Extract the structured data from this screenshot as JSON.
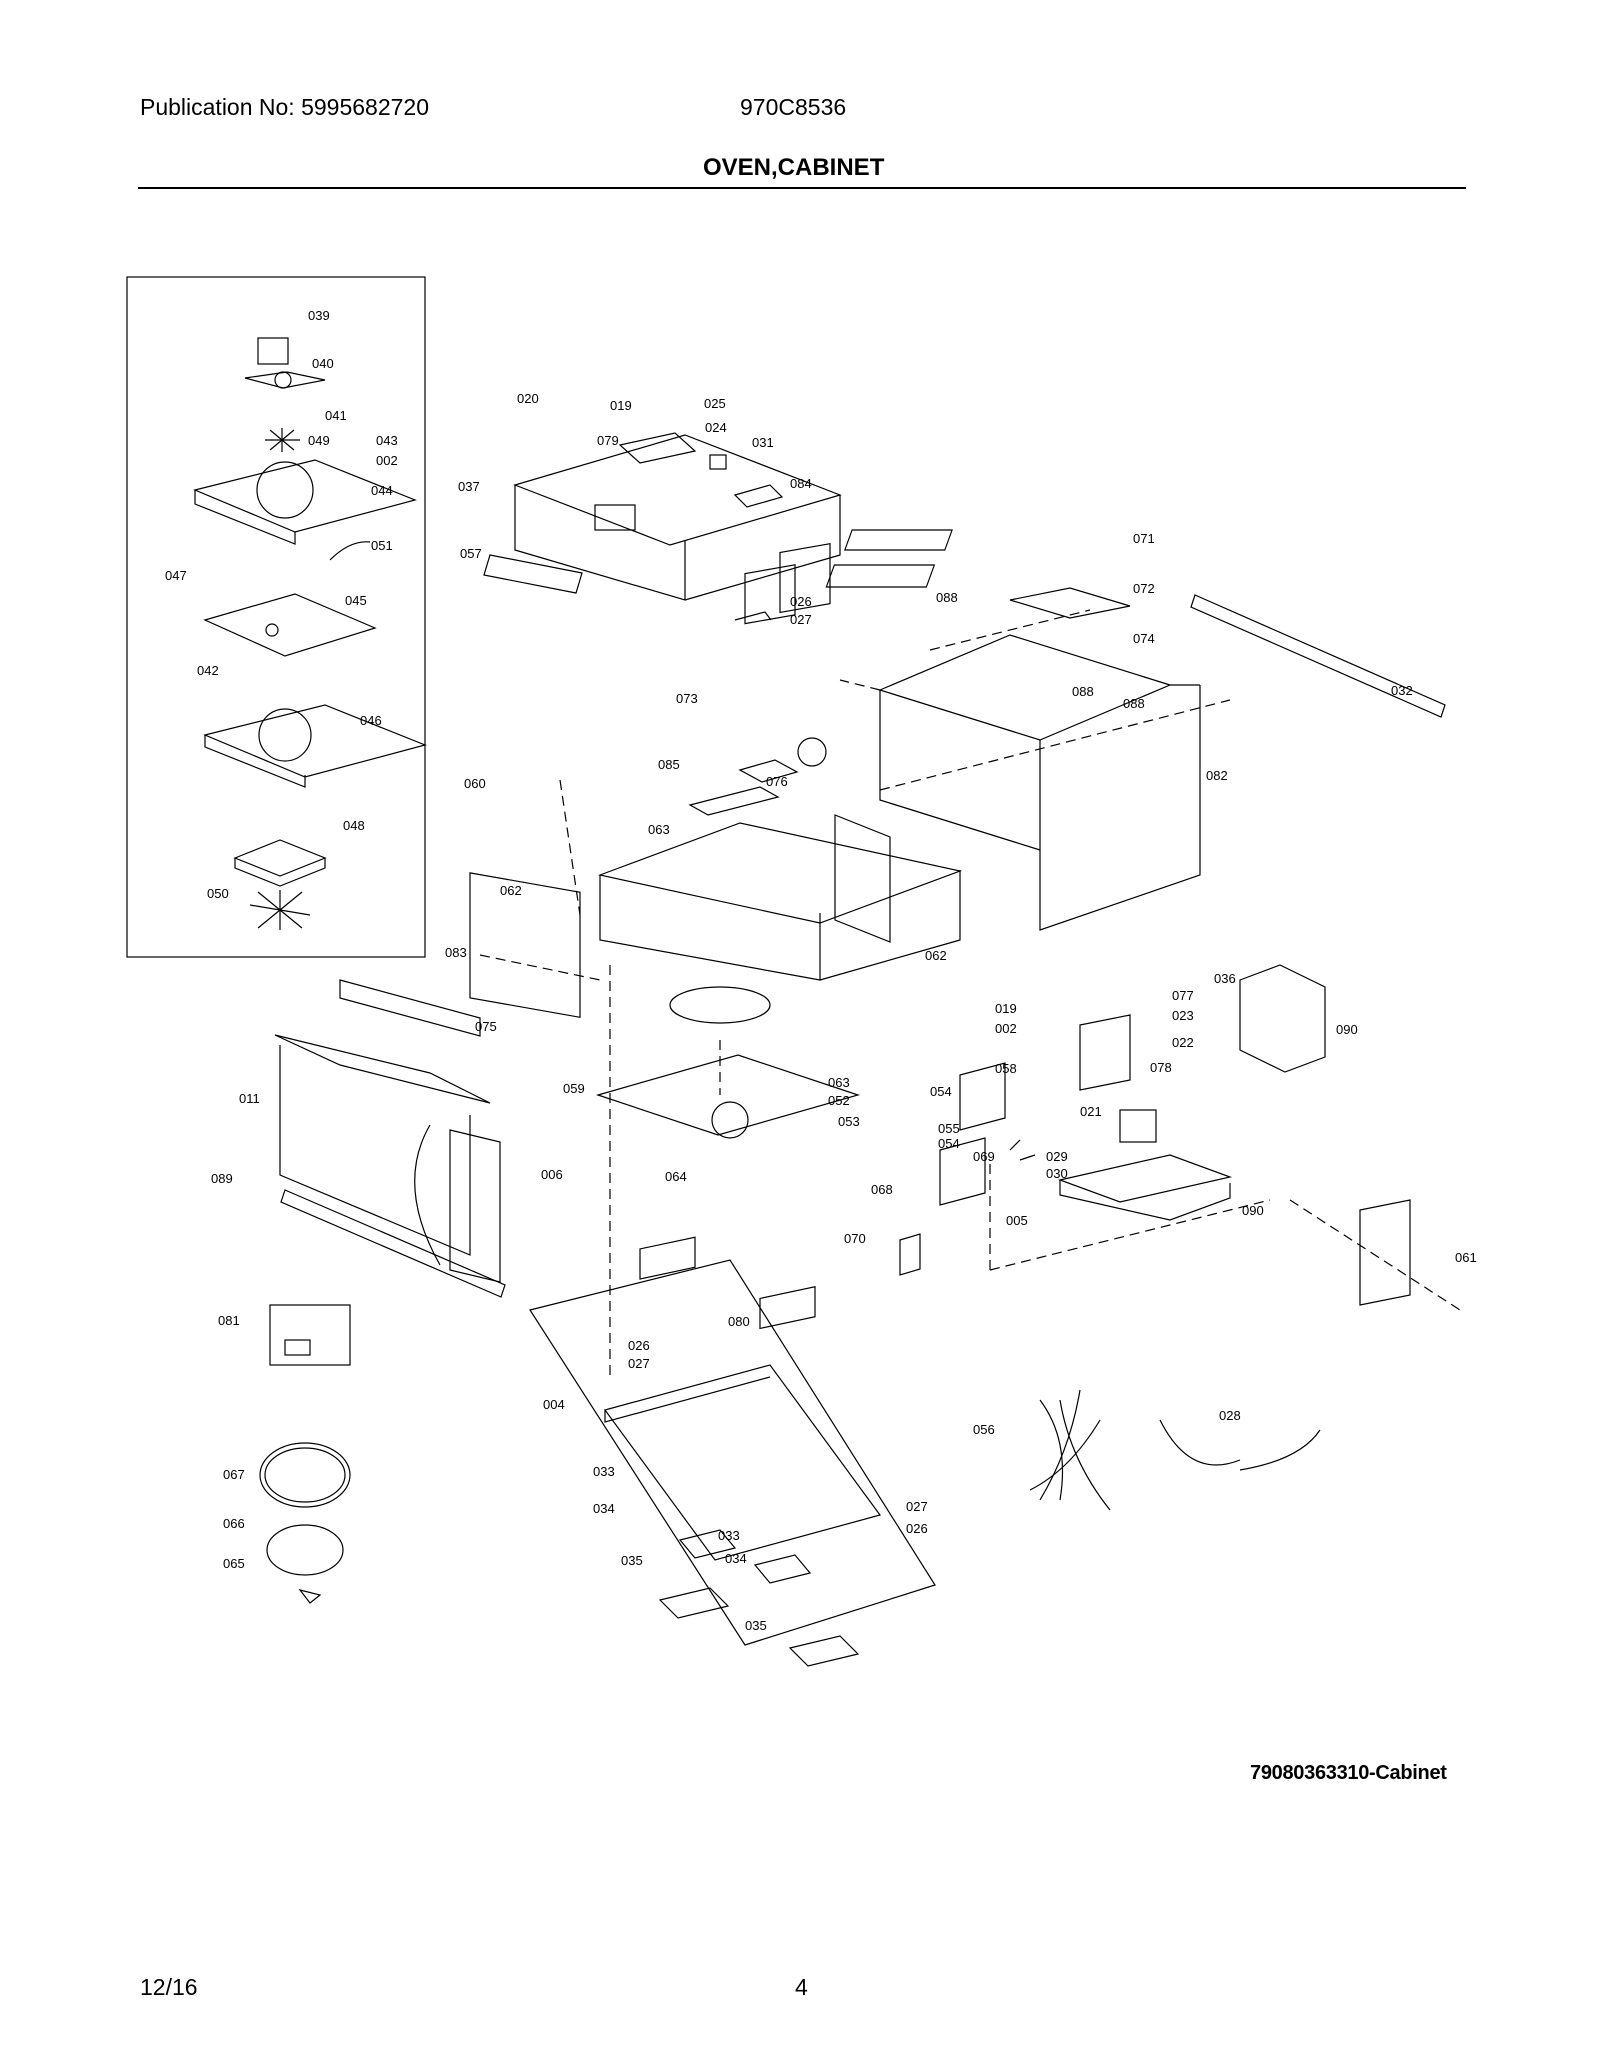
{
  "header": {
    "publication": "Publication No: 5995682720",
    "model": "970C8536",
    "section_title": "OVEN,CABINET"
  },
  "diagram": {
    "reference_code": "79080363310-Cabinet",
    "callouts": [
      {
        "id": "c039",
        "label": "039"
      },
      {
        "id": "c040",
        "label": "040"
      },
      {
        "id": "c041",
        "label": "041"
      },
      {
        "id": "c049",
        "label": "049"
      },
      {
        "id": "c043",
        "label": "043"
      },
      {
        "id": "c002a",
        "label": "002"
      },
      {
        "id": "c044",
        "label": "044"
      },
      {
        "id": "c051",
        "label": "051"
      },
      {
        "id": "c047",
        "label": "047"
      },
      {
        "id": "c045",
        "label": "045"
      },
      {
        "id": "c042",
        "label": "042"
      },
      {
        "id": "c046",
        "label": "046"
      },
      {
        "id": "c048",
        "label": "048"
      },
      {
        "id": "c050",
        "label": "050"
      },
      {
        "id": "c020",
        "label": "020"
      },
      {
        "id": "c019a",
        "label": "019"
      },
      {
        "id": "c025",
        "label": "025"
      },
      {
        "id": "c024",
        "label": "024"
      },
      {
        "id": "c079",
        "label": "079"
      },
      {
        "id": "c031",
        "label": "031"
      },
      {
        "id": "c037",
        "label": "037"
      },
      {
        "id": "c084",
        "label": "084"
      },
      {
        "id": "c057",
        "label": "057"
      },
      {
        "id": "c026a",
        "label": "026"
      },
      {
        "id": "c027a",
        "label": "027"
      },
      {
        "id": "c071",
        "label": "071"
      },
      {
        "id": "c072",
        "label": "072"
      },
      {
        "id": "c088a",
        "label": "088"
      },
      {
        "id": "c074",
        "label": "074"
      },
      {
        "id": "c032",
        "label": "032"
      },
      {
        "id": "c088b",
        "label": "088"
      },
      {
        "id": "c088c",
        "label": "088"
      },
      {
        "id": "c082",
        "label": "082"
      },
      {
        "id": "c073",
        "label": "073"
      },
      {
        "id": "c085",
        "label": "085"
      },
      {
        "id": "c076",
        "label": "076"
      },
      {
        "id": "c060",
        "label": "060"
      },
      {
        "id": "c063a",
        "label": "063"
      },
      {
        "id": "c062a",
        "label": "062"
      },
      {
        "id": "c083",
        "label": "083"
      },
      {
        "id": "c062b",
        "label": "062"
      },
      {
        "id": "c036",
        "label": "036"
      },
      {
        "id": "c077",
        "label": "077"
      },
      {
        "id": "c023",
        "label": "023"
      },
      {
        "id": "c090a",
        "label": "090"
      },
      {
        "id": "c022",
        "label": "022"
      },
      {
        "id": "c078",
        "label": "078"
      },
      {
        "id": "c019b",
        "label": "019"
      },
      {
        "id": "c002b",
        "label": "002"
      },
      {
        "id": "c058",
        "label": "058"
      },
      {
        "id": "c075",
        "label": "075"
      },
      {
        "id": "c011",
        "label": "011"
      },
      {
        "id": "c059",
        "label": "059"
      },
      {
        "id": "c063b",
        "label": "063"
      },
      {
        "id": "c052",
        "label": "052"
      },
      {
        "id": "c054a",
        "label": "054"
      },
      {
        "id": "c053",
        "label": "053"
      },
      {
        "id": "c055",
        "label": "055"
      },
      {
        "id": "c054b",
        "label": "054"
      },
      {
        "id": "c021",
        "label": "021"
      },
      {
        "id": "c069",
        "label": "069"
      },
      {
        "id": "c029",
        "label": "029"
      },
      {
        "id": "c030",
        "label": "030"
      },
      {
        "id": "c006",
        "label": "006"
      },
      {
        "id": "c089",
        "label": "089"
      },
      {
        "id": "c064",
        "label": "064"
      },
      {
        "id": "c068",
        "label": "068"
      },
      {
        "id": "c005",
        "label": "005"
      },
      {
        "id": "c090b",
        "label": "090"
      },
      {
        "id": "c070",
        "label": "070"
      },
      {
        "id": "c061",
        "label": "061"
      },
      {
        "id": "c081",
        "label": "081"
      },
      {
        "id": "c080",
        "label": "080"
      },
      {
        "id": "c026b",
        "label": "026"
      },
      {
        "id": "c027b",
        "label": "027"
      },
      {
        "id": "c004",
        "label": "004"
      },
      {
        "id": "c056",
        "label": "056"
      },
      {
        "id": "c028",
        "label": "028"
      },
      {
        "id": "c067",
        "label": "067"
      },
      {
        "id": "c033a",
        "label": "033"
      },
      {
        "id": "c034a",
        "label": "034"
      },
      {
        "id": "c027c",
        "label": "027"
      },
      {
        "id": "c066",
        "label": "066"
      },
      {
        "id": "c026c",
        "label": "026"
      },
      {
        "id": "c033b",
        "label": "033"
      },
      {
        "id": "c065",
        "label": "065"
      },
      {
        "id": "c035a",
        "label": "035"
      },
      {
        "id": "c034b",
        "label": "034"
      },
      {
        "id": "c035b",
        "label": "035"
      }
    ]
  },
  "footer": {
    "date": "12/16",
    "page": "4"
  }
}
